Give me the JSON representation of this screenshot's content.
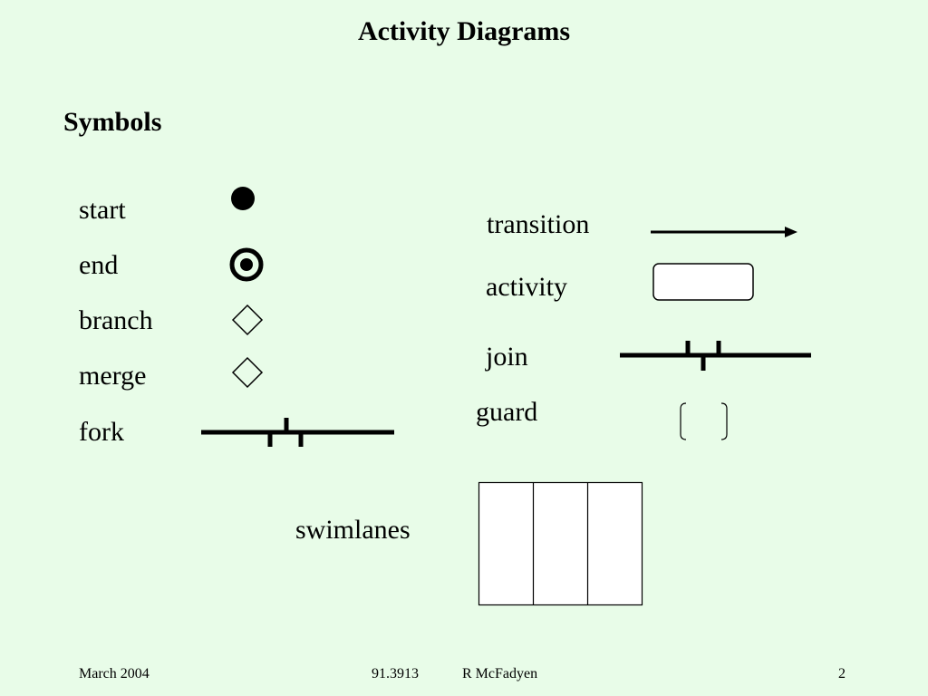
{
  "title": "Activity Diagrams",
  "section_heading": "Symbols",
  "symbols": {
    "start": "start",
    "end": "end",
    "branch": "branch",
    "merge": "merge",
    "fork": "fork",
    "transition": "transition",
    "activity": "activity",
    "join": "join",
    "guard": "guard",
    "swimlanes": "swimlanes"
  },
  "footer": {
    "date": "March 2004",
    "course": "91.3913",
    "author": "R McFadyen",
    "page_number": "2"
  }
}
